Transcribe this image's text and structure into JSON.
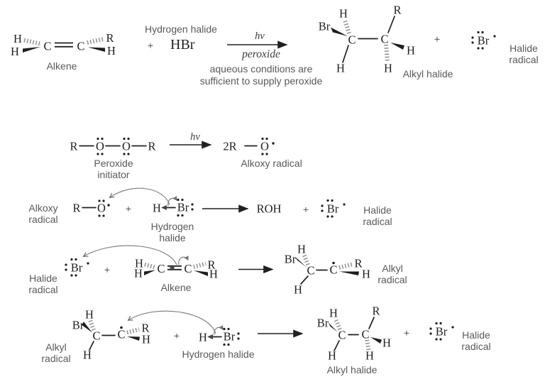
{
  "sym": {
    "H": "H",
    "C": "C",
    "R": "R",
    "O": "O",
    "Br": "Br",
    "plus": "+",
    "HBr": "HBr",
    "ROH": "ROH",
    "twoR": "2R",
    "hv": "hv"
  },
  "labels": {
    "alkene": "Alkene",
    "hydrogen_halide": "Hydrogen halide",
    "peroxide": "peroxide",
    "note1": "aqueous conditions are",
    "note2": "sufficient to supply peroxide",
    "alkyl_halide": "Alkyl halide",
    "halide_radical": "Halide radical",
    "peroxide_initiator": "Peroxide initiator",
    "alkoxy_radical": "Alkoxy radical",
    "alkyl_radical": "Alkyl radical"
  },
  "colors": {
    "structure": "#231f20",
    "label_gray": "#58595b",
    "hash_gray": "#909093",
    "curve_arrow": "#77787b"
  }
}
